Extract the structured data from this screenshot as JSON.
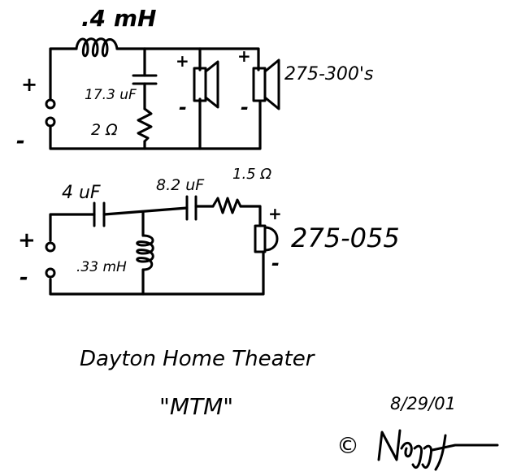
{
  "upper_circuit": {
    "series_inductor_label": ".4 mH",
    "shunt_cap_label": "17.3 uF",
    "shunt_res_label": "2 Ω",
    "driver_plus": "+",
    "driver_minus": "-",
    "driver_part": "275-300's",
    "input_plus": "+",
    "input_minus": "-"
  },
  "lower_circuit": {
    "series_cap_label": "4 uF",
    "shunt_inductor_label": ".33 mH",
    "series_cap2_label": "8.2 uF",
    "series_res_label": "1.5 Ω",
    "driver_plus": "+",
    "driver_minus": "-",
    "driver_part": "275-055",
    "input_plus": "+",
    "input_minus": "-"
  },
  "notes": {
    "title": "Dayton Home Theater",
    "model": "\"MTM\"",
    "date": "8/29/01",
    "copyright_symbol": "©"
  },
  "colors": {
    "ink": "#000000",
    "paper": "#ffffff"
  }
}
